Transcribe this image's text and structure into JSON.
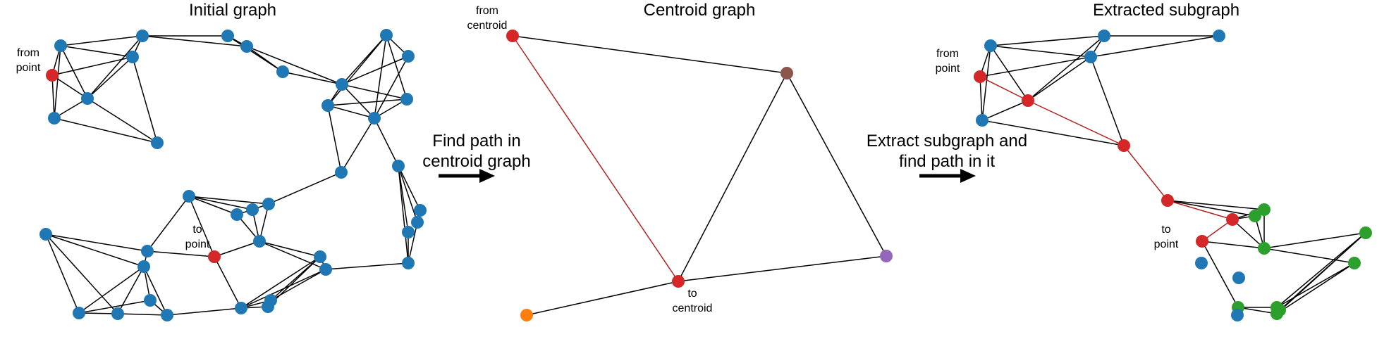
{
  "colors": {
    "node_blue": "#1f77b4",
    "node_red": "#d62728",
    "node_green": "#2ca02c",
    "node_brown": "#8c564b",
    "node_orange": "#ff7f0e",
    "node_purple": "#9467bd",
    "edge": "#000000",
    "path_edge": "#b22222"
  },
  "panels": {
    "initial": {
      "title": "Initial graph",
      "from_label": [
        "from",
        "point"
      ],
      "to_label": [
        "to",
        "point"
      ]
    },
    "centroid": {
      "title": "Centroid graph",
      "from_label": [
        "from",
        "centroid"
      ],
      "to_label": [
        "to",
        "centroid"
      ]
    },
    "extracted": {
      "title": "Extracted subgraph",
      "from_label": [
        "from",
        "point"
      ],
      "to_label": [
        "to",
        "point"
      ]
    }
  },
  "arrows": {
    "first": [
      "Find path in",
      "centroid graph"
    ],
    "second": [
      "Extract subgraph and",
      "find path in it"
    ]
  }
}
